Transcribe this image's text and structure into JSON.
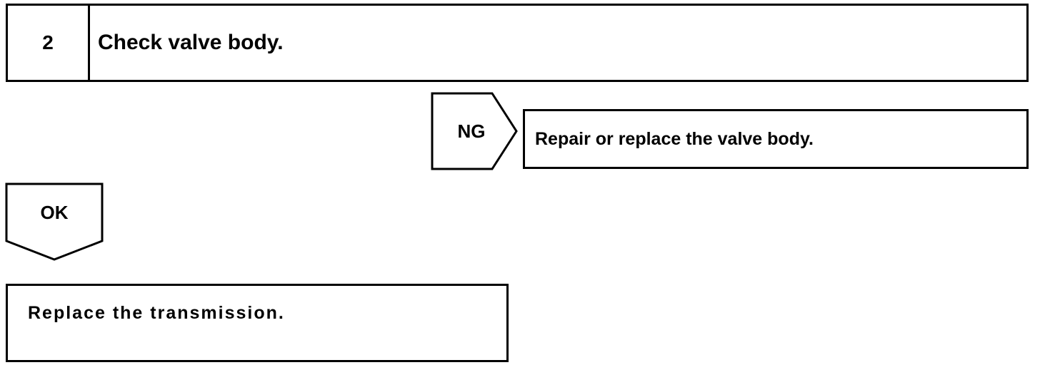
{
  "step": {
    "number": "2",
    "title": "Check valve body."
  },
  "ng_branch": {
    "label": "NG",
    "action": "Repair or replace the valve body."
  },
  "ok_branch": {
    "label": "OK",
    "action": "Replace the transmission."
  }
}
